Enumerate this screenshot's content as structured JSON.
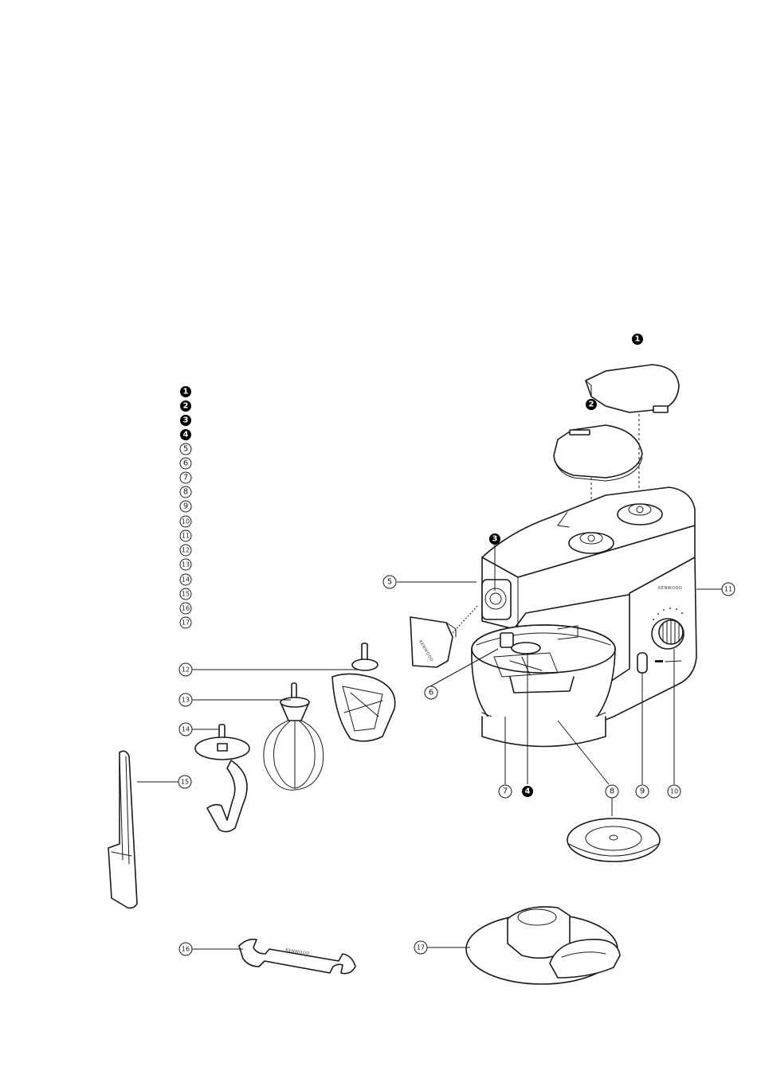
{
  "legend": {
    "markers": [
      "1",
      "2",
      "3",
      "4",
      "5",
      "6",
      "7",
      "8",
      "9",
      "10",
      "11",
      "12",
      "13",
      "14",
      "15",
      "16",
      "17"
    ]
  },
  "callouts": {
    "c1": "1",
    "c2": "2",
    "c3": "3",
    "c4": "4",
    "c5": "5",
    "c6": "6",
    "c7": "7",
    "c8": "8",
    "c9": "9",
    "c10": "10",
    "c11": "11",
    "c12": "12",
    "c13": "13",
    "c14": "14",
    "c15": "15",
    "c16": "16",
    "c17": "17"
  },
  "brand": {
    "logo_text": "KENWOOD",
    "head_text": "KENWOOD",
    "spanner_text": "KENWOOD"
  },
  "colors": {
    "ink": "#1a1a1a",
    "paper": "#ffffff"
  }
}
